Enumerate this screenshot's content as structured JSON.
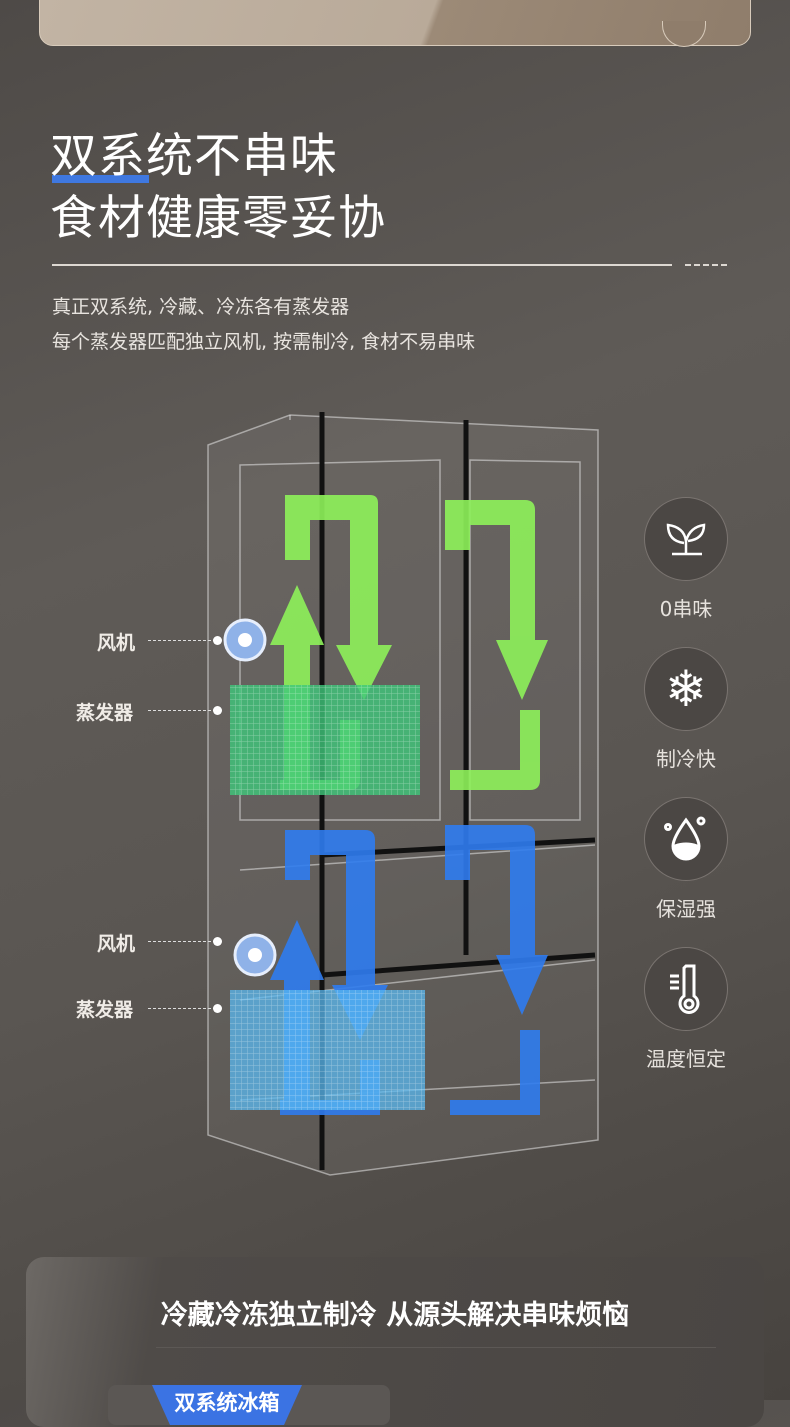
{
  "title": {
    "line1": "双系统不串味",
    "line2": "食材健康零妥协"
  },
  "description": {
    "line1": "真正双系统, 冷藏、冷冻各有蒸发器",
    "line2": "每个蒸发器匹配独立风机, 按需制冷, 食材不易串味"
  },
  "diagram": {
    "labels": {
      "fan_top": "风机",
      "evap_top": "蒸发器",
      "fan_bottom": "风机",
      "evap_bottom": "蒸发器"
    },
    "colors": {
      "fridge_airflow": "#8ef25a",
      "freezer_airflow": "#2f7cf0"
    }
  },
  "features": [
    {
      "icon": "sprout-icon",
      "label": "0串味"
    },
    {
      "icon": "snowflake-icon",
      "label": "制冷快"
    },
    {
      "icon": "water-drop-icon",
      "label": "保湿强"
    },
    {
      "icon": "thermometer-icon",
      "label": "温度恒定"
    }
  ],
  "bottom_card": {
    "heading": "冷藏冷冻独立制冷 从源头解决串味烦恼",
    "tab_label": "双系统冰箱"
  },
  "colors": {
    "accent": "#3f78e0"
  }
}
